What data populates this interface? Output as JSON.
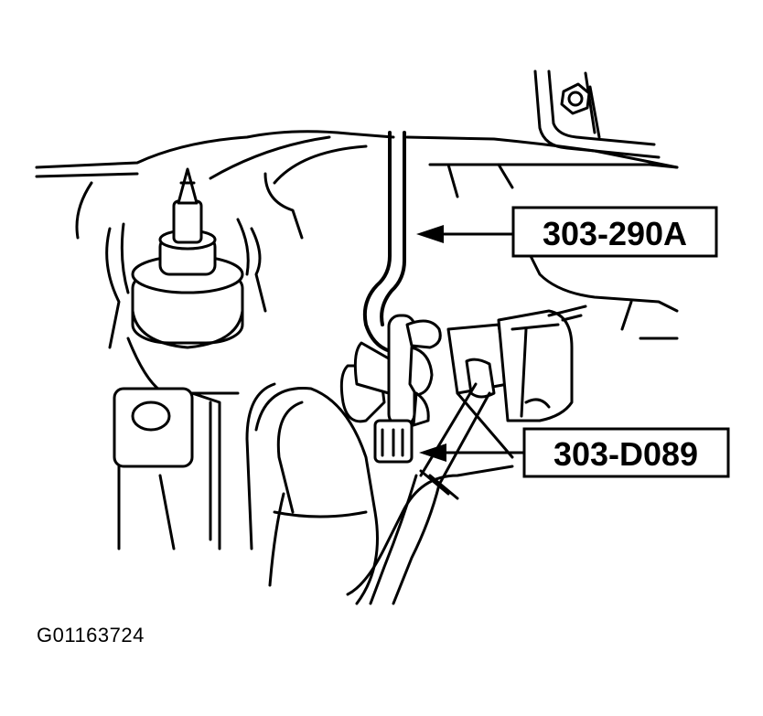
{
  "callouts": [
    {
      "label": "303-290A"
    },
    {
      "label": "303-D089"
    }
  ],
  "figure_id": "G01163724"
}
